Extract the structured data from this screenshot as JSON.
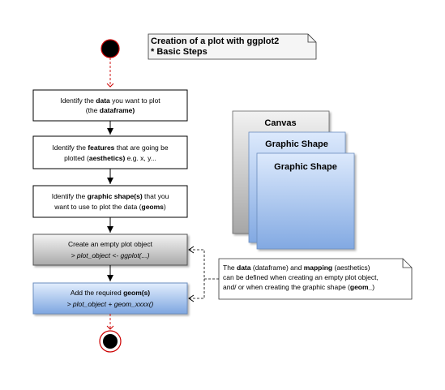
{
  "note_title": {
    "line1": "Creation of a plot with ggplot2",
    "line2": "* Basic Steps"
  },
  "steps": [
    {
      "line1": [
        {
          "t": "Identify the "
        },
        {
          "t": "data",
          "b": true
        },
        {
          "t": " you want to plot"
        }
      ],
      "line2": [
        {
          "t": "(the "
        },
        {
          "t": "dataframe)",
          "b": true
        }
      ],
      "style": "plain"
    },
    {
      "line1": [
        {
          "t": "Identify the "
        },
        {
          "t": "features",
          "b": true
        },
        {
          "t": " that are going be"
        }
      ],
      "line2": [
        {
          "t": "plotted ("
        },
        {
          "t": "aesthetics)",
          "b": true
        },
        {
          "t": " e.g. x, y..."
        }
      ],
      "style": "plain"
    },
    {
      "line1": [
        {
          "t": "Identify the "
        },
        {
          "t": "graphic shape(s)",
          "b": true
        },
        {
          "t": " that you"
        }
      ],
      "line2": [
        {
          "t": "want to use to plot the data ("
        },
        {
          "t": "geoms",
          "b": true
        },
        {
          "t": ")"
        }
      ],
      "style": "plain"
    },
    {
      "line1": [
        {
          "t": "Create an empty plot object"
        }
      ],
      "line2": [
        {
          "t": "> plot_object <- ggplot(...)",
          "i": true
        }
      ],
      "style": "gray"
    },
    {
      "line1": [
        {
          "t": "Add the required "
        },
        {
          "t": "geom(s)",
          "b": true
        }
      ],
      "line2": [
        {
          "t": "> plot_object + geom_xxxx()",
          "i": true
        }
      ],
      "style": "blue"
    }
  ],
  "layers": {
    "canvas": "Canvas",
    "shape1": "Graphic Shape",
    "shape2": "Graphic Shape"
  },
  "note_info": {
    "line1": [
      {
        "t": "The "
      },
      {
        "t": "data",
        "b": true
      },
      {
        "t": " (dataframe) and "
      },
      {
        "t": "mapping",
        "b": true
      },
      {
        "t": "  (aesthetics)"
      }
    ],
    "line2": [
      {
        "t": "can be defined when creating an empty plot object,"
      }
    ],
    "line3": [
      {
        "t": "and/ or when creating the graphic shape ("
      },
      {
        "t": "geom_",
        "b": true
      },
      {
        "t": ")"
      }
    ]
  },
  "colors": {
    "start_fill": "#000000",
    "start_border": "#cc0000",
    "gray_top": "#f2f2f2",
    "gray_bottom": "#a8a8a8",
    "blue_top": "#dae8fc",
    "blue_bottom": "#7ea6e0",
    "note_fill": "#f5f5f5",
    "arrow_red": "#cc0000"
  }
}
